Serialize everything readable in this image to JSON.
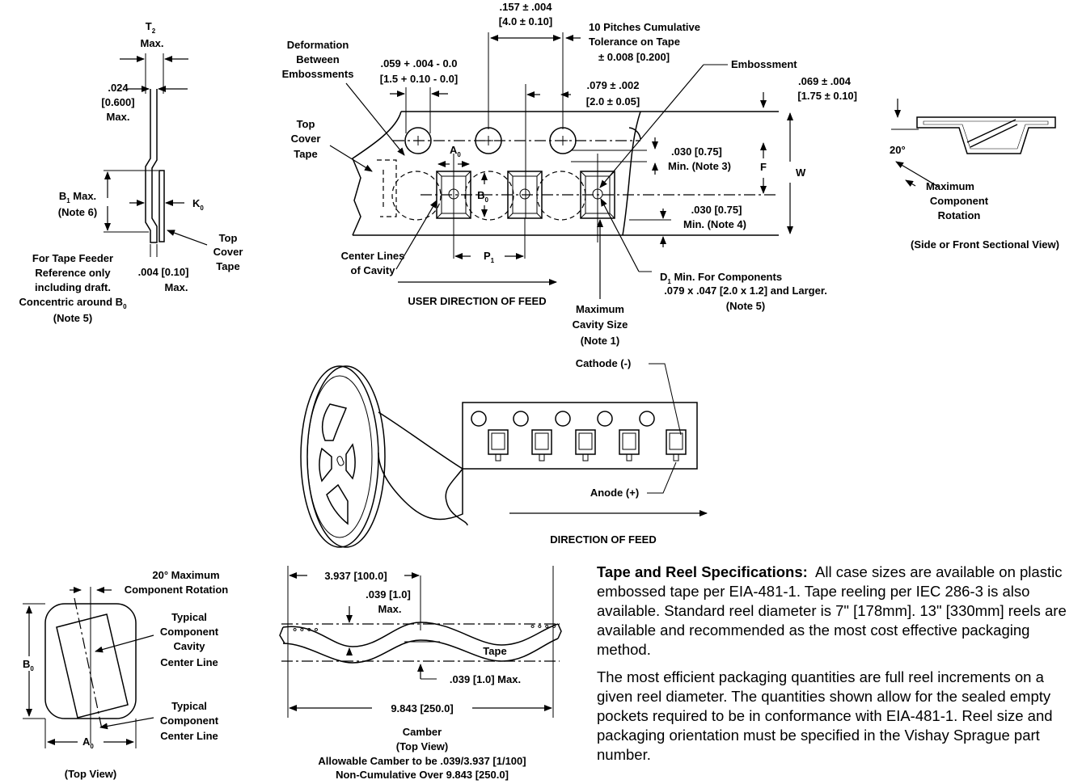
{
  "left_profile": {
    "t2": "T",
    "t2_sub": "2",
    "t2_max": "Max.",
    "thick1": ".024",
    "thick2": "[0.600]",
    "thick3": "Max.",
    "b1": "B",
    "b1_sub": "1",
    "b1_rest": " Max.",
    "b1_note": "(Note 6)",
    "k0": "K",
    "k0_sub": "0",
    "top1": "Top",
    "top2": "Cover",
    "top3": "Tape",
    "dim1": ".004 [0.10]",
    "dim2": "Max.",
    "ref1": "For Tape Feeder",
    "ref2": "Reference only",
    "ref3": "including draft.",
    "ref4": "Concentric around B",
    "ref4_sub": "0",
    "ref5": "(Note 5)"
  },
  "tape_diagram": {
    "pitch1": ".157 ± .004",
    "pitch2": "[4.0 ± 0.10]",
    "cum1": "10 Pitches Cumulative",
    "cum2": "Tolerance on Tape",
    "cum3": "± 0.008 [0.200]",
    "def1": "Deformation",
    "def2": "Between",
    "def3": "Embossments",
    "hole1": ".059 + .004 - 0.0",
    "hole2": "[1.5 + 0.10 - 0.0]",
    "emb": "Embossment",
    "edge1": ".069 ± .004",
    "edge2": "[1.75 ± 0.10]",
    "p2_1": ".079 ± .002",
    "p2_2": "[2.0 ± 0.05]",
    "tct1": "Top",
    "tct2": "Cover",
    "tct3": "Tape",
    "a0": "A",
    "a0_sub": "0",
    "b0": "B",
    "b0_sub": "0",
    "min3_1": ".030 [0.75]",
    "min3_2": "Min. (Note 3)",
    "f": "F",
    "w": "W",
    "min4_1": ".030 [0.75]",
    "min4_2": "Min. (Note 4)",
    "cl1": "Center Lines",
    "cl2": "of Cavity",
    "p1": "P",
    "p1_sub": "1",
    "d1": "D",
    "d1_sub": "1",
    "d1_rest": " Min. For Components",
    "d1_2": ".079 x .047 [2.0 x 1.2] and Larger.",
    "d1_3": "(Note 5)",
    "feed": "USER DIRECTION OF FEED",
    "mc1": "Maximum",
    "mc2": "Cavity Size",
    "mc3": "(Note 1)"
  },
  "side_view": {
    "angle": "20°",
    "rot1": "Maximum",
    "rot2": "Component",
    "rot3": "Rotation",
    "caption": "(Side or Front Sectional View)"
  },
  "reel": {
    "cathode": "Cathode (-)",
    "anode": "Anode (+)",
    "feed": "DIRECTION OF FEED"
  },
  "top_view": {
    "rot1": "20° Maximum",
    "rot2": "Component Rotation",
    "tc1": "Typical",
    "tc2": "Component",
    "tc3": "Cavity",
    "tc4": "Center Line",
    "tcc1": "Typical",
    "tcc2": "Component",
    "tcc3": "Center Line",
    "b0": "B",
    "b0_sub": "0",
    "a0": "A",
    "a0_sub": "0",
    "caption": "(Top View)"
  },
  "camber": {
    "d1": "3.937 [100.0]",
    "d2_1": ".039 [1.0]",
    "d2_2": "Max.",
    "tape": "Tape",
    "d3": ".039 [1.0] Max.",
    "d4": "9.843 [250.0]",
    "cap1": "Camber",
    "cap2": "(Top View)",
    "cap3": "Allowable Camber to be .039/3.937 [1/100]",
    "cap4": "Non-Cumulative Over 9.843 [250.0]"
  },
  "spec": {
    "title": "Tape and Reel Specifications:",
    "p1": "All case sizes are available on plastic embossed tape per EIA-481-1.  Tape reeling per IEC 286-3 is also available.  Standard reel diameter is 7\" [178mm].  13\" [330mm] reels are available and recommended as the most cost effective packaging method.",
    "p2": "The most efficient packaging quantities are full reel increments on a given reel diameter.  The quantities shown allow for the sealed empty pockets required to be in conformance with EIA-481-1.  Reel size and packaging orientation must be specified in the Vishay Sprague part number."
  }
}
